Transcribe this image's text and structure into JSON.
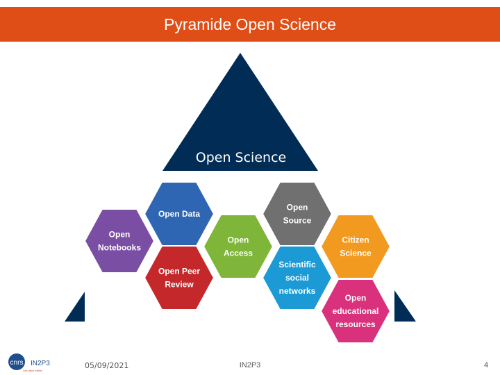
{
  "slide": {
    "title": "Pyramide Open Science"
  },
  "colors": {
    "title_bar": "#e04e17",
    "pyramid": "#002c55"
  },
  "pyramid": {
    "label": "Open Science"
  },
  "hexagons": [
    {
      "id": "open-notebooks",
      "lines": [
        "Open",
        "Notebooks"
      ],
      "color": "#7a4fa3"
    },
    {
      "id": "open-data",
      "lines": [
        "Open Data"
      ],
      "color": "#2f66b3"
    },
    {
      "id": "open-peer-review",
      "lines": [
        "Open Peer",
        "Review"
      ],
      "color": "#c4282b"
    },
    {
      "id": "open-access",
      "lines": [
        "Open",
        "Access"
      ],
      "color": "#7fb539"
    },
    {
      "id": "open-source",
      "lines": [
        "Open",
        "Source"
      ],
      "color": "#707070"
    },
    {
      "id": "scientific-social-networks",
      "lines": [
        "Scientific",
        "social",
        "networks"
      ],
      "color": "#1c9ad6"
    },
    {
      "id": "citizen-science",
      "lines": [
        "Citizen",
        "Science"
      ],
      "color": "#f29a1f"
    },
    {
      "id": "open-educational-resources",
      "lines": [
        "Open",
        "educational",
        "resources"
      ],
      "color": "#d9317b"
    }
  ],
  "footer": {
    "logo_text": "IN2P3",
    "logo_mark": "cnrs",
    "logo_subtext": "Les deux infinis",
    "date": "05/09/2021",
    "center": "IN2P3",
    "page": "4"
  }
}
